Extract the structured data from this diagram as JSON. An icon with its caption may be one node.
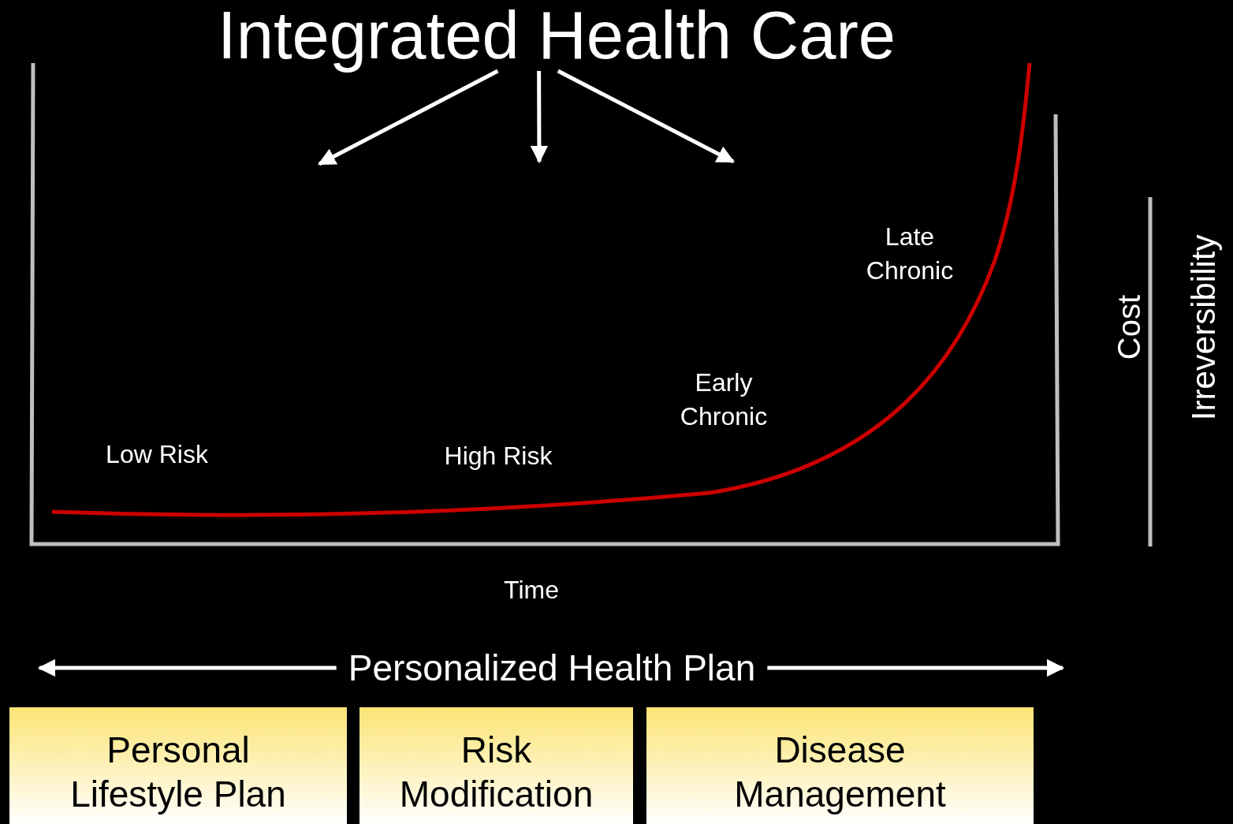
{
  "diagram": {
    "nodes": [
      {
        "text": [
          "Integrated Health Care"
        ]
      },
      {
        "text": [
          "Personalized Health Plan"
        ]
      },
      {
        "text": [
          "Personal Lifestyle Plan"
        ]
      },
      {
        "text": [
          "Risk Modification"
        ]
      },
      {
        "text": [
          "Disease Management"
        ]
      }
    ],
    "edges": [
      {
        "from": 0,
        "to": null,
        "arrow": "to"
      },
      {
        "from": 0,
        "to": null,
        "arrow": "to"
      },
      {
        "from": 0,
        "to": null,
        "arrow": "to"
      },
      {
        "from": 1,
        "to": null,
        "arrow": "to"
      },
      {
        "from": 1,
        "to": null,
        "arrow": "to"
      }
    ],
    "labels": [
      "Late Chronic",
      "Early Chronic",
      "Low Risk",
      "High Risk",
      "Time",
      "Cost",
      "Irreversibility"
    ]
  }
}
